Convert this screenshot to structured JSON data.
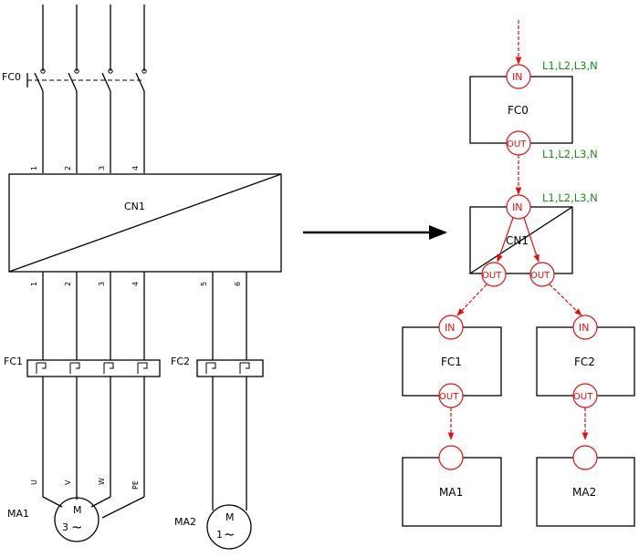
{
  "left": {
    "fc0": "FC0",
    "cn1": "CN1",
    "fc1": "FC1",
    "fc2": "FC2",
    "ma1": "MA1",
    "ma2": "MA2",
    "terminals_top": [
      "1",
      "2",
      "3",
      "4"
    ],
    "terminals_bottom": [
      "1",
      "2",
      "3",
      "4",
      "5",
      "6"
    ],
    "phases": [
      "U",
      "V",
      "W",
      "PE"
    ],
    "motor_m": "M",
    "motor1_phase": "3",
    "motor2_phase": "1",
    "tilde": "~"
  },
  "right": {
    "boxes": {
      "fc0": "FC0",
      "cn1": "CN1",
      "fc1": "FC1",
      "fc2": "FC2",
      "ma1": "MA1",
      "ma2": "MA2"
    },
    "port_in": "IN",
    "port_out": "OUT",
    "wires_label_in": "L1,L2,L3,N",
    "wires_label_out": "L1,L2,L3,N",
    "wires_label_cn1": "L1,L2,L3,N"
  },
  "colors": {
    "flow": "#e01010",
    "wire_label": "#1a8a1a",
    "line": "#000000"
  }
}
